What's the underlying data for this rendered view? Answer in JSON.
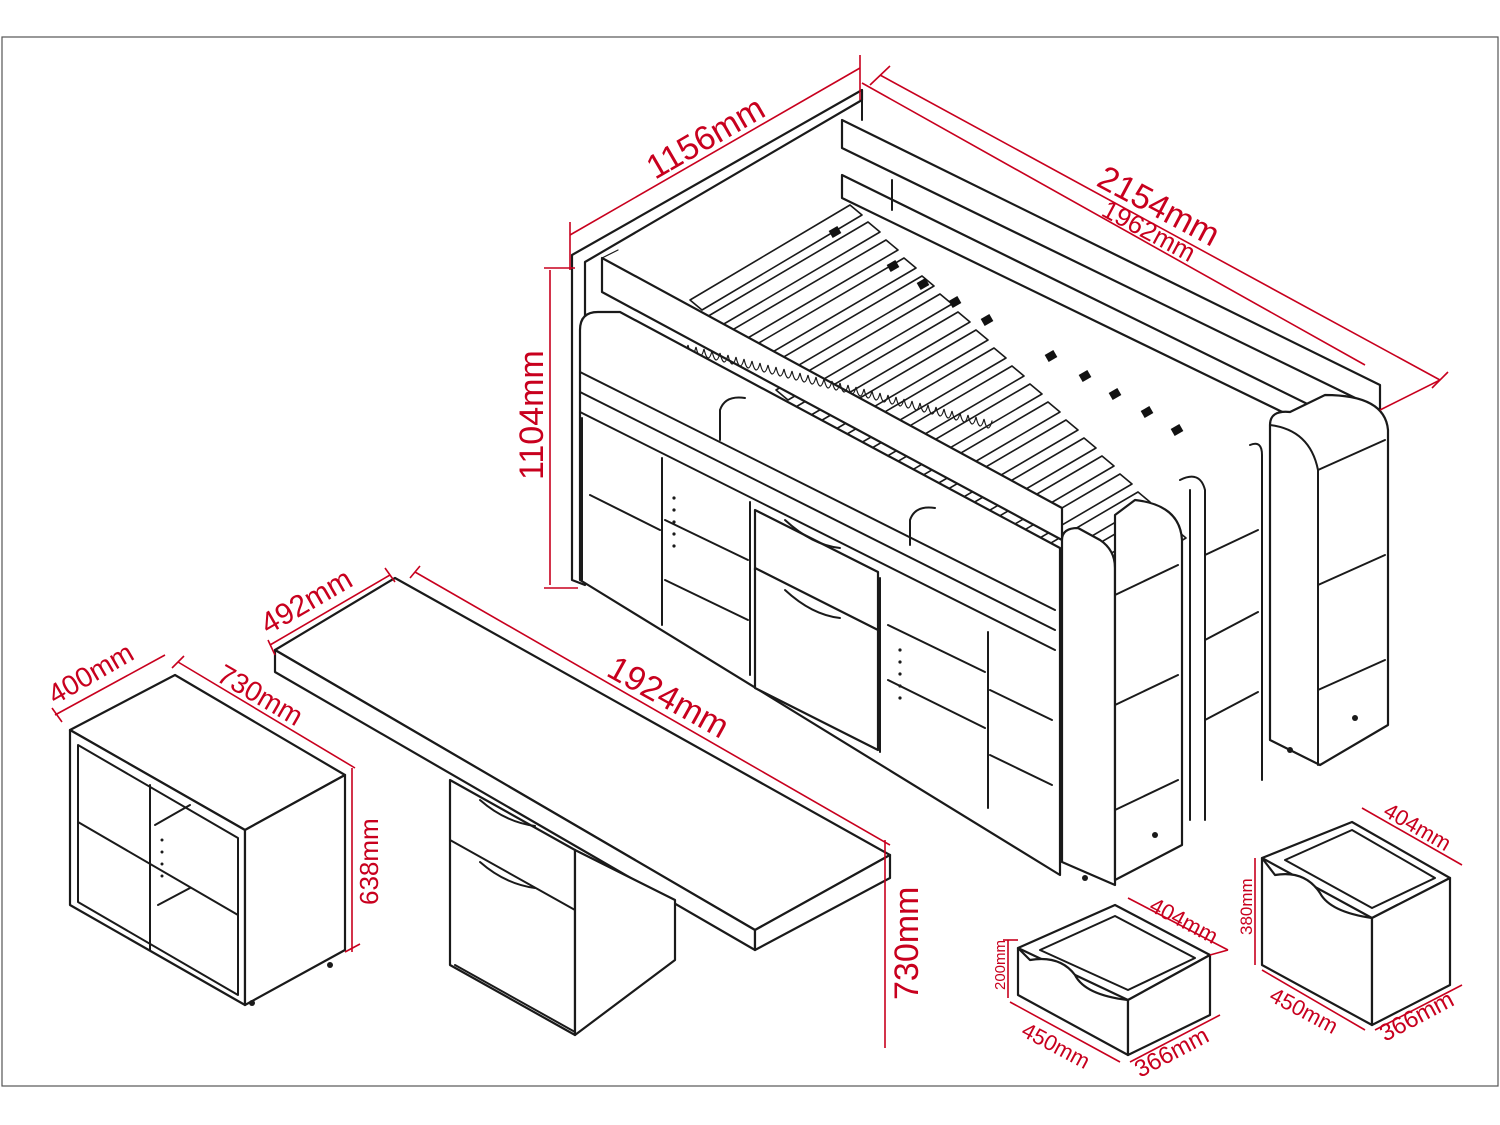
{
  "colors": {
    "dimension": "#c8001e",
    "outline": "#1a1a1a",
    "background": "#ffffff"
  },
  "bed": {
    "width": "1156mm",
    "length_outer": "2154mm",
    "length_inner": "1962mm",
    "height": "1104mm"
  },
  "desk": {
    "depth": "492mm",
    "length": "1924mm",
    "height": "730mm"
  },
  "cabinet": {
    "depth": "400mm",
    "width": "730mm",
    "height": "638mm"
  },
  "drawer_small": {
    "width": "404mm",
    "height": "200mm",
    "length": "450mm",
    "depth": "366mm"
  },
  "drawer_large": {
    "width": "404mm",
    "height": "380mm",
    "length": "450mm",
    "depth": "366mm"
  }
}
